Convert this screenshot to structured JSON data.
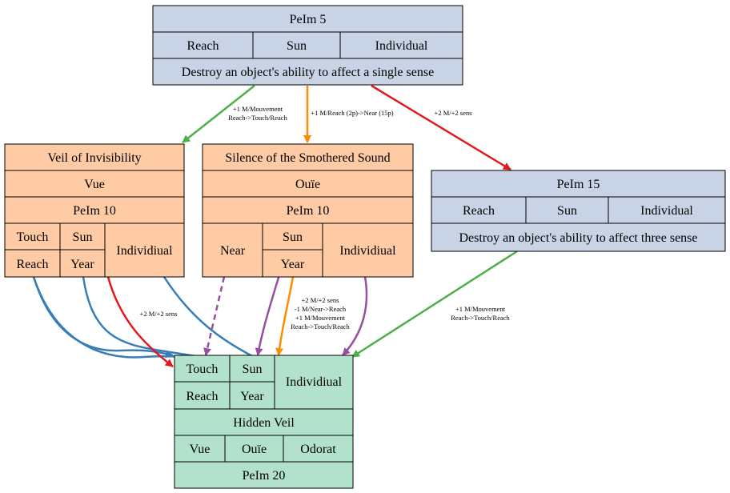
{
  "colors": {
    "node_blue": "#c8d3e6",
    "node_orange": "#fecba4",
    "node_green": "#b3e2cc",
    "edge_green": "#4daf4a",
    "edge_orange": "#ff8c00",
    "edge_red": "#e31a1c",
    "edge_blue": "#377eb8",
    "edge_purple": "#984ea3"
  },
  "nodes": {
    "pelm5": {
      "title": "PeIm 5",
      "range": "Reach",
      "duration": "Sun",
      "target": "Individual",
      "description": "Destroy an object's ability to affect a single sense"
    },
    "veil": {
      "title": "Veil of Invisibility",
      "sense": "Vue",
      "level": "PeIm 10",
      "range_a": "Touch",
      "range_b": "Reach",
      "duration_a": "Sun",
      "duration_b": "Year",
      "target": "Individiual"
    },
    "silence": {
      "title": "Silence of the Smothered Sound",
      "sense": "Ouïe",
      "level": "PeIm 10",
      "range": "Near",
      "duration_a": "Sun",
      "duration_b": "Year",
      "target": "Individiual"
    },
    "pelm15": {
      "title": "PeIm 15",
      "range": "Reach",
      "duration": "Sun",
      "target": "Individual",
      "description": "Destroy an object's ability to affect three sense"
    },
    "hidden": {
      "range_a": "Touch",
      "range_b": "Reach",
      "duration_a": "Sun",
      "duration_b": "Year",
      "target": "Individiual",
      "title": "Hidden Veil",
      "sense_1": "Vue",
      "sense_2": "Ouïe",
      "sense_3": "Odorat",
      "level": "PeIm 20"
    }
  },
  "edges": {
    "pelm5_to_veil": [
      "+1 M/Mouvement",
      "Reach->Touch/Reach"
    ],
    "pelm5_to_silence": [
      "+1 M/Reach (2p)->Near (15p)"
    ],
    "pelm5_to_pelm15": [
      "+2 M/+2 sens"
    ],
    "veil_to_hidden": [
      "+2 M/+2 sens"
    ],
    "silence_to_hidden": [
      "+2 M/+2 sens",
      "-1 M/Near->Reach",
      "+1 M/Mouvement",
      "Reach->Touch/Reach"
    ],
    "pelm15_to_hidden": [
      "+1 M/Mouvement",
      "Reach->Touch/Reach"
    ]
  }
}
